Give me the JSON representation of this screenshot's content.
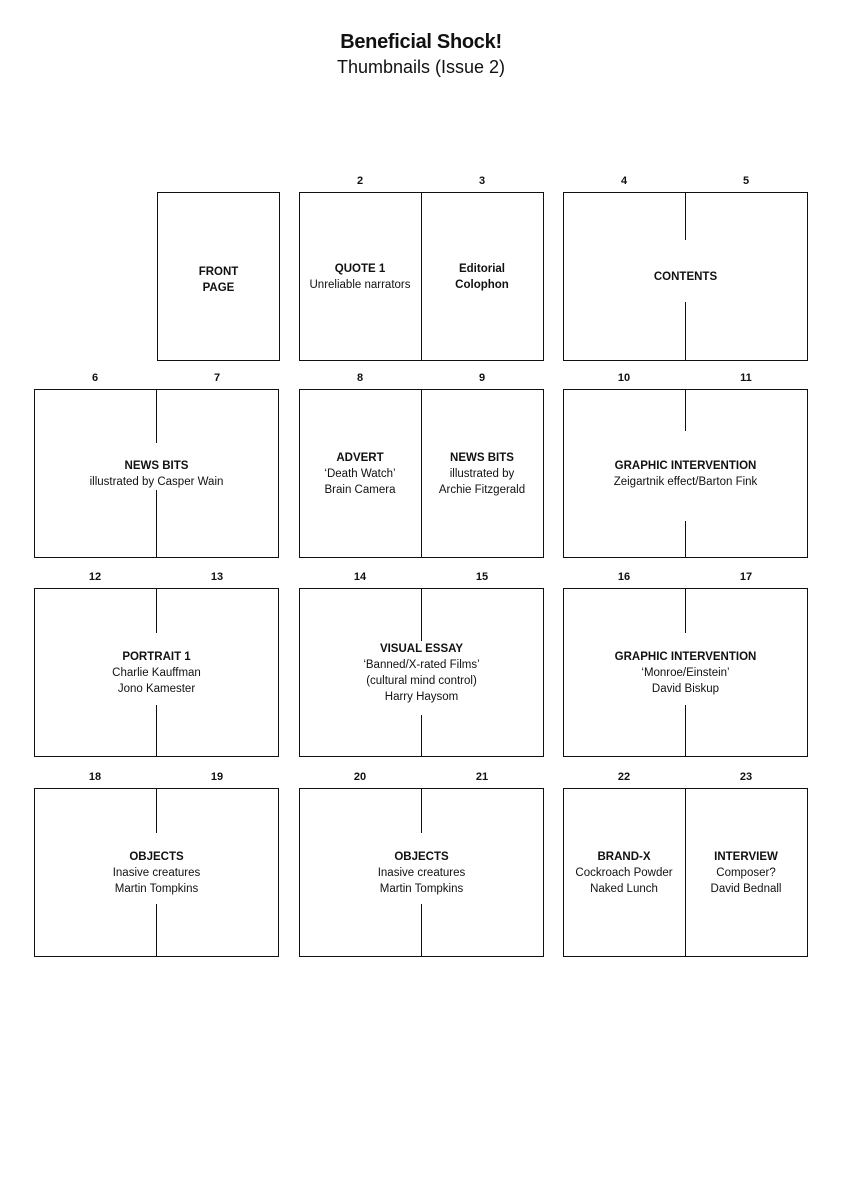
{
  "title": "Beneficial Shock!",
  "subtitle": "Thumbnails (Issue 2)",
  "spreads": [
    {
      "pages": [
        "",
        ""
      ],
      "single": true,
      "labels": [
        {
          "lines": [
            "FRONT",
            "PAGE"
          ],
          "bold_lines": 2
        }
      ]
    },
    {
      "pages": [
        "2",
        "3"
      ],
      "labels": [
        {
          "lines": [
            "QUOTE 1",
            "Unreliable narrators"
          ],
          "bold_lines": 1
        },
        {
          "lines": [
            "Editorial",
            "Colophon"
          ],
          "bold_lines": 2
        }
      ]
    },
    {
      "pages": [
        "4",
        "5"
      ],
      "labels": [
        {
          "lines": [
            "CONTENTS"
          ],
          "bold_lines": 1
        }
      ]
    },
    {
      "pages": [
        "6",
        "7"
      ],
      "labels": [
        {
          "lines": [
            "NEWS BITS",
            "illustrated by Casper Wain"
          ],
          "bold_lines": 1
        }
      ]
    },
    {
      "pages": [
        "8",
        "9"
      ],
      "labels": [
        {
          "lines": [
            "ADVERT",
            "‘Death Watch’",
            "Brain Camera"
          ],
          "bold_lines": 1
        },
        {
          "lines": [
            "NEWS BITS",
            "illustrated by",
            "Archie Fitzgerald"
          ],
          "bold_lines": 1
        }
      ]
    },
    {
      "pages": [
        "10",
        "11"
      ],
      "labels": [
        {
          "lines": [
            "GRAPHIC INTERVENTION",
            "Zeigartnik effect/Barton Fink"
          ],
          "bold_lines": 1
        }
      ]
    },
    {
      "pages": [
        "12",
        "13"
      ],
      "labels": [
        {
          "lines": [
            "PORTRAIT 1",
            "Charlie Kauffman",
            "Jono Kamester"
          ],
          "bold_lines": 1
        }
      ]
    },
    {
      "pages": [
        "14",
        "15"
      ],
      "labels": [
        {
          "lines": [
            "VISUAL ESSAY",
            "‘Banned/X-rated Films’",
            "(cultural mind control)",
            "Harry Haysom"
          ],
          "bold_lines": 1
        }
      ]
    },
    {
      "pages": [
        "16",
        "17"
      ],
      "labels": [
        {
          "lines": [
            "GRAPHIC INTERVENTION",
            "‘Monroe/Einstein’",
            "David Biskup"
          ],
          "bold_lines": 1
        }
      ]
    },
    {
      "pages": [
        "18",
        "19"
      ],
      "labels": [
        {
          "lines": [
            "OBJECTS",
            "Inasive creatures",
            "Martin Tompkins"
          ],
          "bold_lines": 1
        }
      ]
    },
    {
      "pages": [
        "20",
        "21"
      ],
      "labels": [
        {
          "lines": [
            "OBJECTS",
            "Inasive creatures",
            "Martin Tompkins"
          ],
          "bold_lines": 1
        }
      ]
    },
    {
      "pages": [
        "22",
        "23"
      ],
      "labels": [
        {
          "lines": [
            "BRAND-X",
            "Cockroach Powder",
            "Naked Lunch"
          ],
          "bold_lines": 1
        },
        {
          "lines": [
            "INTERVIEW",
            "Composer?",
            "David Bednall"
          ],
          "bold_lines": 1
        }
      ]
    }
  ]
}
